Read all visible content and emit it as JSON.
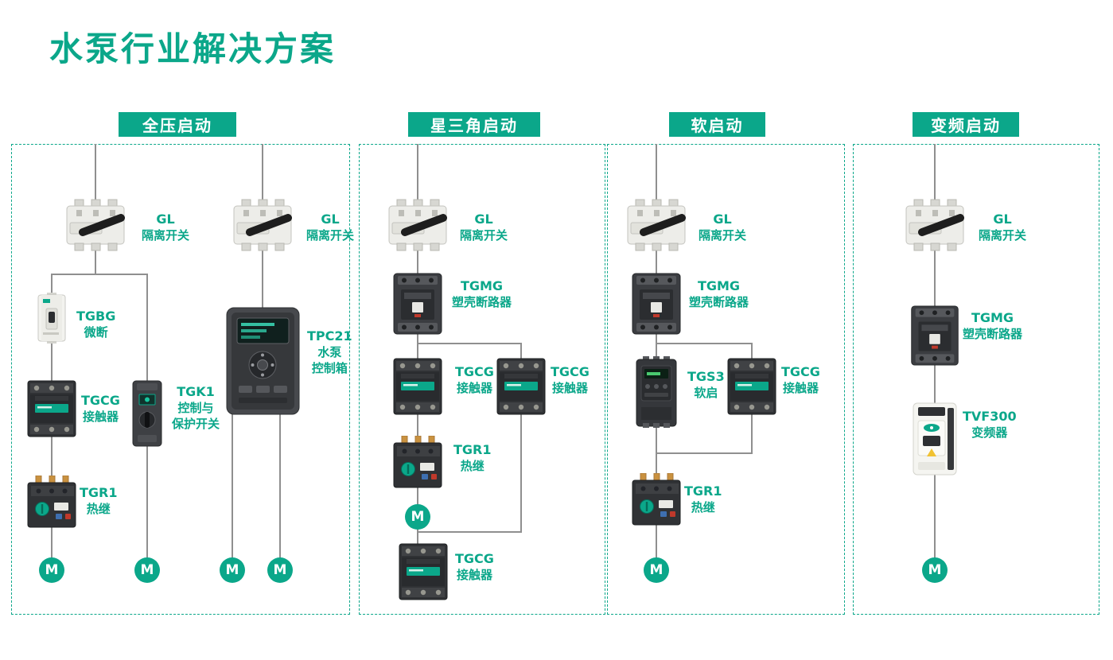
{
  "title": "水泵行业解决方案",
  "motor": "M",
  "colors": {
    "accent": "#0BA78A",
    "wire": "#8F8F8F"
  },
  "sections": [
    {
      "badge": "全压启动",
      "labels": {
        "gl_left": {
          "model": "GL",
          "line1": "隔离开关"
        },
        "gl_right": {
          "model": "GL",
          "line1": "隔离开关"
        },
        "tgbg": {
          "model": "TGBG",
          "line1": "微断"
        },
        "tgcg": {
          "model": "TGCG",
          "line1": "接触器"
        },
        "tgr1": {
          "model": "TGR1",
          "line1": "热继"
        },
        "tgk1": {
          "model": "TGK1",
          "line1": "控制与",
          "line2": "保护开关"
        },
        "tpc21": {
          "model": "TPC21",
          "line1": "水泵",
          "line2": "控制箱"
        }
      }
    },
    {
      "badge": "星三角启动",
      "labels": {
        "gl": {
          "model": "GL",
          "line1": "隔离开关"
        },
        "tgmg": {
          "model": "TGMG",
          "line1": "塑壳断路器"
        },
        "tgcg_main": {
          "model": "TGCG",
          "line1": "接触器"
        },
        "tgcg_right": {
          "model": "TGCG",
          "line1": "接触器"
        },
        "tgr1": {
          "model": "TGR1",
          "line1": "热继"
        },
        "tgcg_bottom": {
          "model": "TGCG",
          "line1": "接触器"
        }
      }
    },
    {
      "badge": "软启动",
      "labels": {
        "gl": {
          "model": "GL",
          "line1": "隔离开关"
        },
        "tgmg": {
          "model": "TGMG",
          "line1": "塑壳断路器"
        },
        "tgs3": {
          "model": "TGS3",
          "line1": "软启"
        },
        "tgcg": {
          "model": "TGCG",
          "line1": "接触器"
        },
        "tgr1": {
          "model": "TGR1",
          "line1": "热继"
        }
      }
    },
    {
      "badge": "变频启动",
      "labels": {
        "gl": {
          "model": "GL",
          "line1": "隔离开关"
        },
        "tgmg": {
          "model": "TGMG",
          "line1": "塑壳断路器"
        },
        "tvf300": {
          "model": "TVF300",
          "line1": "变频器"
        }
      }
    }
  ]
}
